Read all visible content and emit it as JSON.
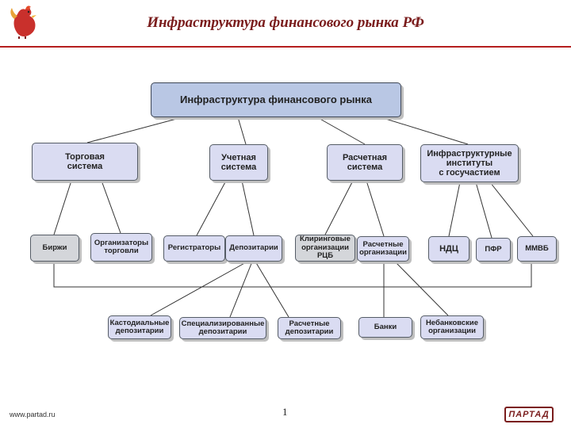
{
  "title": "Инфраструктура финансового рынка РФ",
  "diagram": {
    "root": "Инфраструктура финансового рынка",
    "level1": {
      "trading": "Торговая\nсистема",
      "accounting": "Учетная\nсистема",
      "settlement": "Расчетная\nсистема",
      "institutions": "Инфраструктурные\nинституты\nс госучастием"
    },
    "level2": {
      "exchanges": "Биржи",
      "trade_organizers": "Организаторы\nторговли",
      "registrars": "Регистраторы",
      "depositories": "Депозитарии",
      "clearing": "Клиринговые\nорганизации\nРЦБ",
      "settlement_orgs": "Расчетные\nорганизации",
      "ndc": "НДЦ",
      "pfr": "ПФР",
      "mmvb": "ММВБ"
    },
    "level3": {
      "custodial": "Кастодиальные\nдепозитарии",
      "specialized": "Специализированные\nдепозитарии",
      "settlement_depos": "Расчетные\nдепозитарии",
      "banks": "Банки",
      "nonbank": "Небанковские\nорганизации"
    }
  },
  "footer": {
    "url": "www.partad.ru",
    "page": "1",
    "logo_text": "ПАРТАД"
  }
}
